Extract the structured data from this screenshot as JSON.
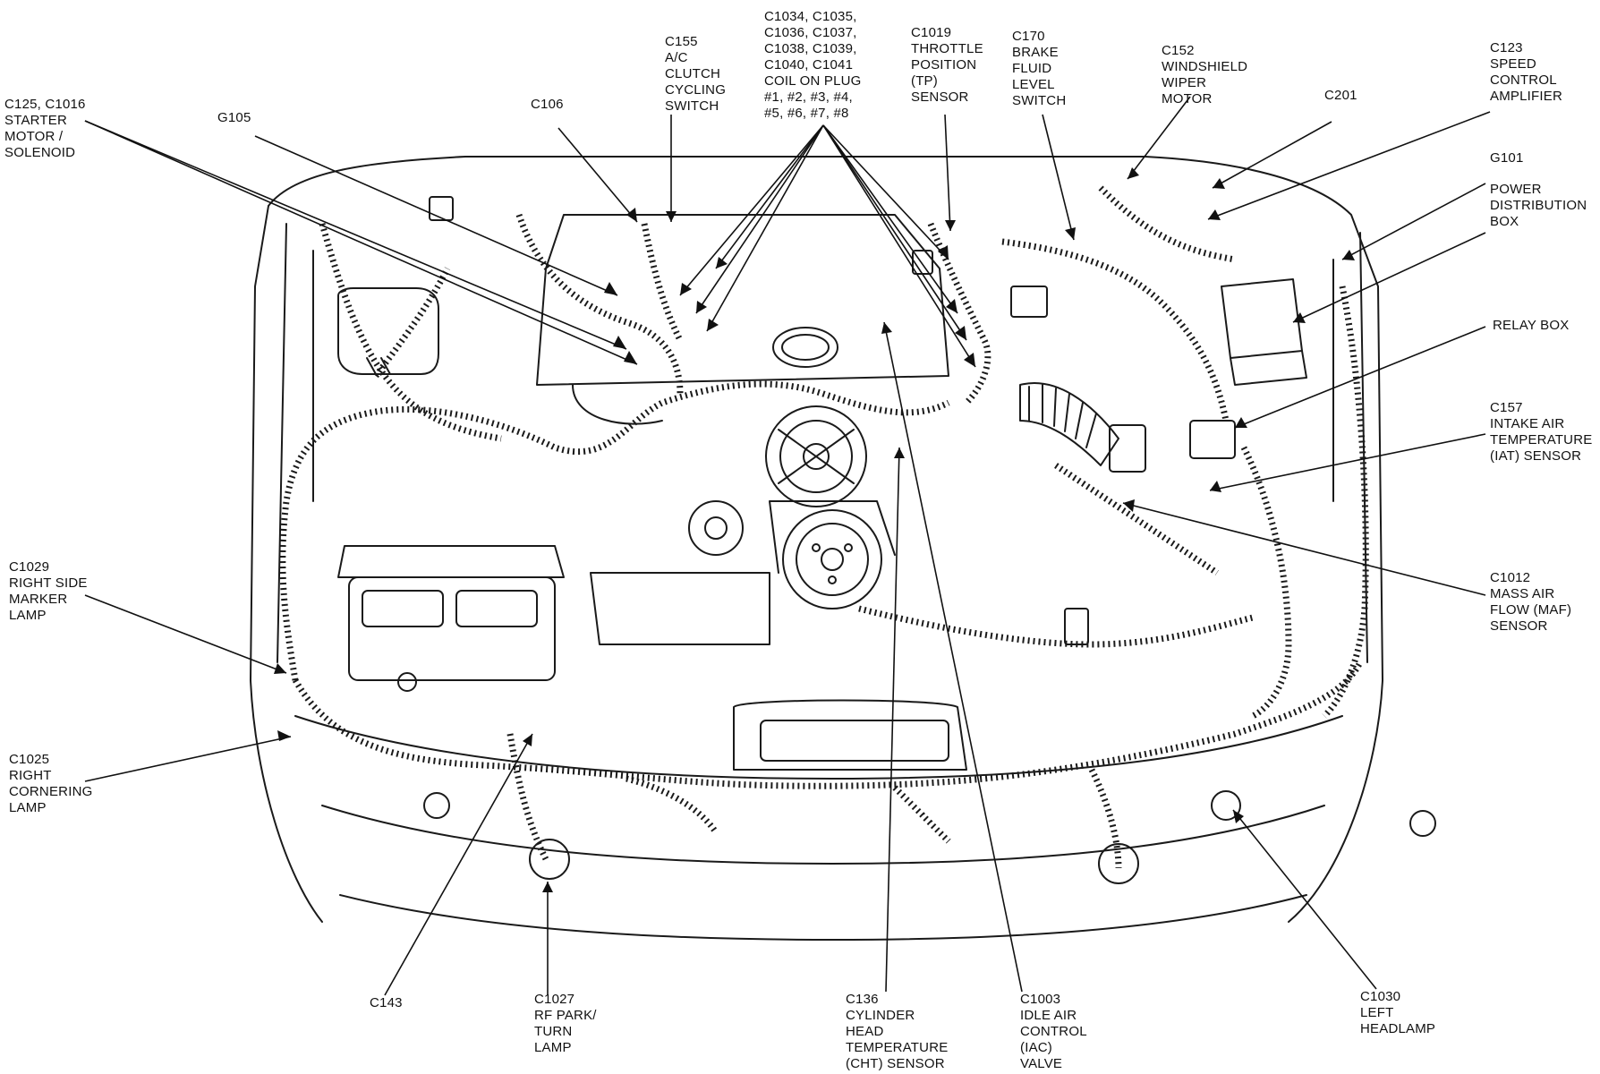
{
  "diagram": {
    "labels": [
      {
        "id": "c125",
        "lines": [
          "C125, C1016",
          "STARTER",
          "MOTOR /",
          "SOLENOID"
        ]
      },
      {
        "id": "g105",
        "lines": [
          "G105"
        ]
      },
      {
        "id": "c106",
        "lines": [
          "C106"
        ]
      },
      {
        "id": "c155",
        "lines": [
          "C155",
          "A/C",
          "CLUTCH",
          "CYCLING",
          "SWITCH"
        ]
      },
      {
        "id": "coilplug",
        "lines": [
          "C1034, C1035,",
          "C1036, C1037,",
          "C1038, C1039,",
          "C1040, C1041",
          "COIL ON PLUG",
          "#1, #2, #3, #4,",
          "#5, #6, #7, #8"
        ]
      },
      {
        "id": "c1019",
        "lines": [
          "C1019",
          "THROTTLE",
          "POSITION",
          "(TP)",
          "SENSOR"
        ]
      },
      {
        "id": "c170",
        "lines": [
          "C170",
          "BRAKE",
          "FLUID",
          "LEVEL",
          "SWITCH"
        ]
      },
      {
        "id": "c152",
        "lines": [
          "C152",
          "WINDSHIELD",
          "WIPER",
          "MOTOR"
        ]
      },
      {
        "id": "c201",
        "lines": [
          "C201"
        ]
      },
      {
        "id": "c123",
        "lines": [
          "C123",
          "SPEED",
          "CONTROL",
          "AMPLIFIER"
        ]
      },
      {
        "id": "g101",
        "lines": [
          "G101"
        ]
      },
      {
        "id": "pdb",
        "lines": [
          "POWER",
          "DISTRIBUTION",
          "BOX"
        ]
      },
      {
        "id": "relay",
        "lines": [
          "RELAY BOX"
        ]
      },
      {
        "id": "c157",
        "lines": [
          "C157",
          "INTAKE AIR",
          "TEMPERATURE",
          "(IAT) SENSOR"
        ]
      },
      {
        "id": "c1012",
        "lines": [
          "C1012",
          "MASS AIR",
          "FLOW (MAF)",
          "SENSOR"
        ]
      },
      {
        "id": "c1029",
        "lines": [
          "C1029",
          "RIGHT SIDE",
          "MARKER",
          "LAMP"
        ]
      },
      {
        "id": "c1025",
        "lines": [
          "C1025",
          "RIGHT",
          "CORNERING",
          "LAMP"
        ]
      },
      {
        "id": "c143",
        "lines": [
          "C143"
        ]
      },
      {
        "id": "c1027",
        "lines": [
          "C1027",
          "RF PARK/",
          "TURN",
          "LAMP"
        ]
      },
      {
        "id": "c136",
        "lines": [
          "C136",
          "CYLINDER",
          "HEAD",
          "TEMPERATURE",
          "(CHT) SENSOR"
        ]
      },
      {
        "id": "c1003",
        "lines": [
          "C1003",
          "IDLE AIR",
          "CONTROL",
          "(IAC)",
          "VALVE"
        ]
      },
      {
        "id": "c1030",
        "lines": [
          "C1030",
          "LEFT",
          "HEADLAMP"
        ]
      }
    ]
  }
}
